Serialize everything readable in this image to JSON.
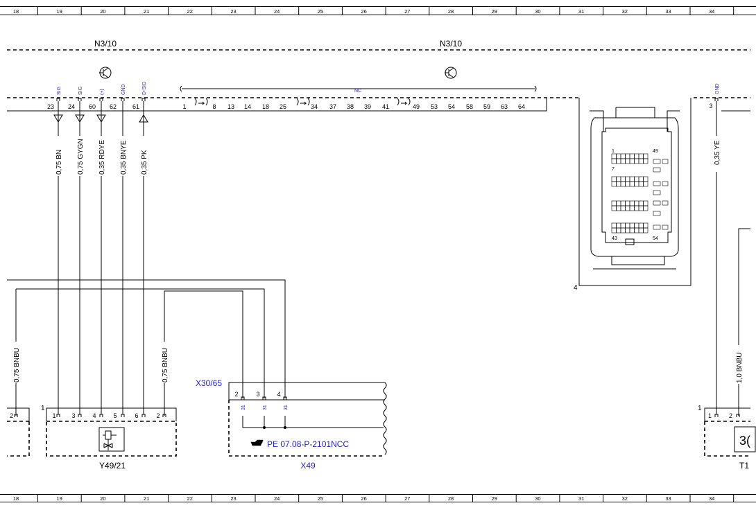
{
  "grid_columns": [
    "18",
    "19",
    "20",
    "21",
    "22",
    "23",
    "24",
    "25",
    "26",
    "27",
    "28",
    "29",
    "30",
    "31",
    "32",
    "33",
    "34"
  ],
  "control_unit": {
    "label_left": "N3/10",
    "label_right": "N3/10",
    "pins_left": [
      {
        "pin": "23",
        "signal": "SIG",
        "wire": "0,75 BN"
      },
      {
        "pin": "24",
        "signal": "SIG",
        "wire": "0,75 GYGN"
      },
      {
        "pin": "60",
        "signal": "(+)",
        "wire": "0,35 RDYE"
      },
      {
        "pin": "62",
        "signal": "GND",
        "wire": "0,35 BNYE"
      },
      {
        "pin": "61",
        "signal": "D-SIG",
        "wire": "0,35 PK"
      }
    ],
    "nc_label": "NC",
    "nc_pins": [
      "1",
      "8",
      "13",
      "14",
      "18",
      "25",
      "34",
      "37",
      "38",
      "39",
      "41",
      "49",
      "53",
      "54",
      "58",
      "59",
      "63",
      "64"
    ],
    "right_pin": {
      "pin": "3",
      "signal": "GND",
      "wire": "0,35 YE"
    }
  },
  "connector_view": {
    "callout": "4",
    "pin_labels": [
      "1",
      "49",
      "7",
      "43",
      "54"
    ]
  },
  "wires": {
    "left_bnbu": "0,75 BNBU",
    "mid_bnbu": "0,75 BNBU",
    "right_bnbu": "1,0 BNBU"
  },
  "components": {
    "y49_21": {
      "label": "Y49/21",
      "callout": "1",
      "pins": [
        "1",
        "3",
        "4",
        "5",
        "6",
        "2"
      ]
    },
    "left_stub": {
      "pin": "2"
    },
    "x49": {
      "label": "X49",
      "connector": "X30/65",
      "pins": [
        "2",
        "3",
        "4"
      ],
      "pin_tag": "31",
      "reference": "PE 07.08-P-2101NCC",
      "ref_icon": "pointing-hand-icon"
    },
    "t1": {
      "label": "T1",
      "callout": "1",
      "pins": [
        "1",
        "2"
      ],
      "box_text": "3("
    }
  },
  "colors": {
    "line": "#000000",
    "annotation": "#2323cc"
  }
}
